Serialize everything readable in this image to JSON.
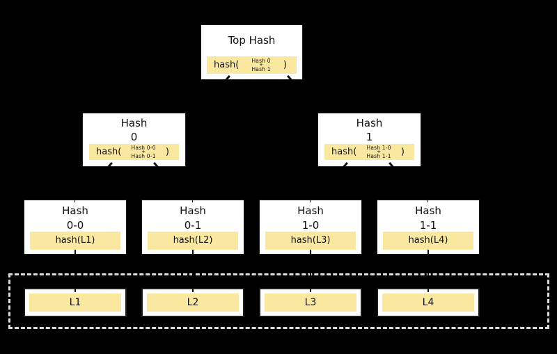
{
  "palette": {
    "background": "#000000",
    "node_fill": "#ffffff",
    "node_border": "#1a1a1a",
    "hash_bar_fill": "#fae7a0",
    "dashed_border": "#dcdcdc",
    "text": "#111111"
  },
  "nodes": {
    "root": {
      "title": "Top Hash",
      "formula": {
        "prefix": "hash(",
        "top": "Hash 0",
        "op": "+",
        "bottom": "Hash 1",
        "suffix": ")"
      }
    },
    "level1": [
      {
        "title1": "Hash",
        "title2": "0",
        "formula": {
          "prefix": "hash(",
          "top": "Hash 0-0",
          "op": "+",
          "bottom": "Hash 0-1",
          "suffix": ")"
        }
      },
      {
        "title1": "Hash",
        "title2": "1",
        "formula": {
          "prefix": "hash(",
          "top": "Hash 1-0",
          "op": "+",
          "bottom": "Hash 1-1",
          "suffix": ")"
        }
      }
    ],
    "level2": [
      {
        "title1": "Hash",
        "title2": "0-0",
        "formula": "hash(L1)"
      },
      {
        "title1": "Hash",
        "title2": "0-1",
        "formula": "hash(L2)"
      },
      {
        "title1": "Hash",
        "title2": "1-0",
        "formula": "hash(L3)"
      },
      {
        "title1": "Hash",
        "title2": "1-1",
        "formula": "hash(L4)"
      }
    ],
    "blocks": [
      {
        "label": "L1"
      },
      {
        "label": "L2"
      },
      {
        "label": "L3"
      },
      {
        "label": "L4"
      }
    ]
  }
}
